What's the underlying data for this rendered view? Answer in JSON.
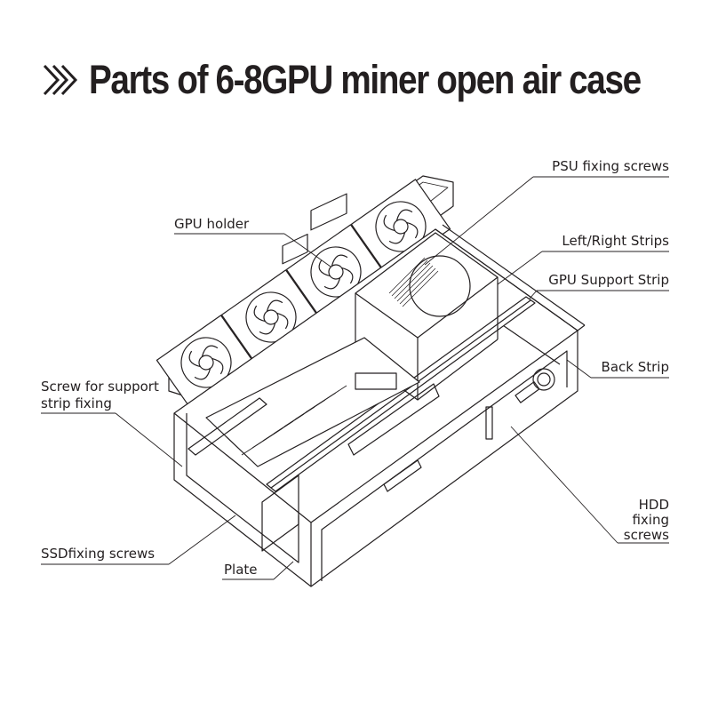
{
  "title": "Parts of 6-8GPU miner open air case",
  "icon": "double-chevron-right-icon",
  "labels": {
    "psu_screws": "PSU fixing screws",
    "gpu_holder_a": "GPU",
    "gpu_holder_b": "holder",
    "left_right_strips": "Left/Right Strips",
    "gpu_support_strip": "GPU Support Strip",
    "back_strip": "Back Strip",
    "screw_support_1": "Screw for support",
    "screw_support_2": "strip fixing",
    "hdd_1": "HDD",
    "hdd_2": "fixing",
    "hdd_3": "screws",
    "ssd_a": "SSD",
    "ssd_b": "fixing screws",
    "plate": "Plate"
  }
}
